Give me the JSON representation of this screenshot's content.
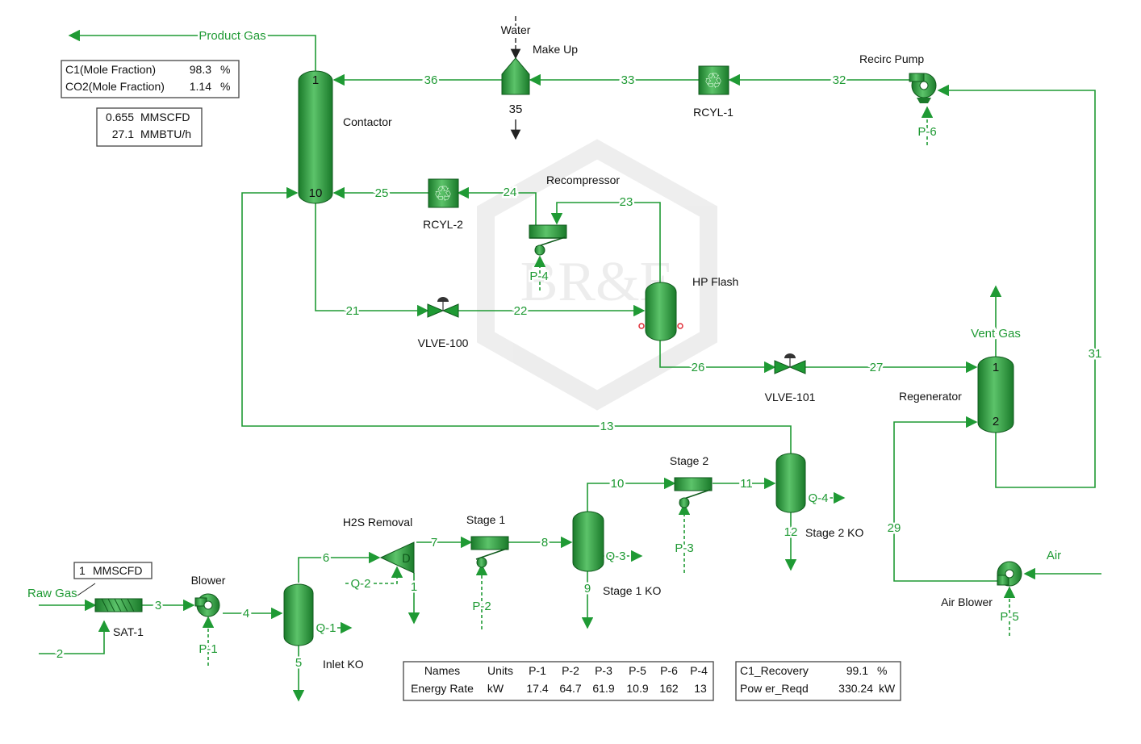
{
  "labels": {
    "product_gas": "Product Gas",
    "water": "Water",
    "make_up": "Make Up",
    "recirc_pump": "Recirc Pump",
    "contactor": "Contactor",
    "rcyl1": "RCYL-1",
    "rcyl2": "RCYL-2",
    "recompressor": "Recompressor",
    "hp_flash": "HP Flash",
    "vlve100": "VLVE-100",
    "vlve101": "VLVE-101",
    "vent_gas": "Vent Gas",
    "regenerator": "Regenerator",
    "stage2": "Stage 2",
    "stage2_ko": "Stage 2 KO",
    "stage1": "Stage 1",
    "stage1_ko": "Stage 1 KO",
    "h2s_removal": "H2S Removal",
    "blower": "Blower",
    "inlet_ko": "Inlet KO",
    "raw_gas": "Raw Gas",
    "sat1": "SAT-1",
    "air": "Air",
    "air_blower": "Air Blower"
  },
  "streams": {
    "s1": "1",
    "s2": "2",
    "s3": "3",
    "s4": "4",
    "s5": "5",
    "s6": "6",
    "s7": "7",
    "s8": "8",
    "s9": "9",
    "s10": "10",
    "s11": "11",
    "s12": "12",
    "s13": "13",
    "s21": "21",
    "s22": "22",
    "s23": "23",
    "s24": "24",
    "s25": "25",
    "s26": "26",
    "s27": "27",
    "s29": "29",
    "s31": "31",
    "s32": "32",
    "s33": "33",
    "s35": "35",
    "s36": "36"
  },
  "energy_streams": {
    "p1": "P-1",
    "p2": "P-2",
    "p3": "P-3",
    "p4": "P-4",
    "p5": "P-5",
    "p6": "P-6",
    "q1": "Q-1",
    "q2": "Q-2",
    "q3": "Q-3",
    "q4": "Q-4"
  },
  "tray_labels": {
    "contactor_top": "1",
    "contactor_bottom": "10",
    "regen_top": "1",
    "regen_bottom": "2"
  },
  "product_gas_table": {
    "rows": [
      {
        "name": "C1(Mole Fraction)",
        "value": "98.3",
        "unit": "%"
      },
      {
        "name": "CO2(Mole Fraction)",
        "value": "1.14",
        "unit": "%"
      }
    ]
  },
  "product_flow_table": {
    "rows": [
      {
        "value": "0.655",
        "unit": "MMSCFD"
      },
      {
        "value": "27.1",
        "unit": "MMBTU/h"
      }
    ]
  },
  "raw_gas_flow": {
    "value": "1",
    "unit": "MMSCFD"
  },
  "energy_table": {
    "header": [
      "Names",
      "Units",
      "P-1",
      "P-2",
      "P-3",
      "P-5",
      "P-6",
      "P-4"
    ],
    "row": [
      "Energy Rate",
      "kW",
      "17.4",
      "64.7",
      "61.9",
      "10.9",
      "162",
      "13"
    ]
  },
  "summary_table": {
    "rows": [
      {
        "name": "C1_Recovery",
        "value": "99.1",
        "unit": "%"
      },
      {
        "name": "Pow er_Reqd",
        "value": "330.24",
        "unit": "kW"
      }
    ]
  },
  "watermark": "BR&E",
  "colors": {
    "stream": "#1f9a34",
    "vessel_dark": "#1a7a2a",
    "vessel_light": "#5cc36a"
  }
}
